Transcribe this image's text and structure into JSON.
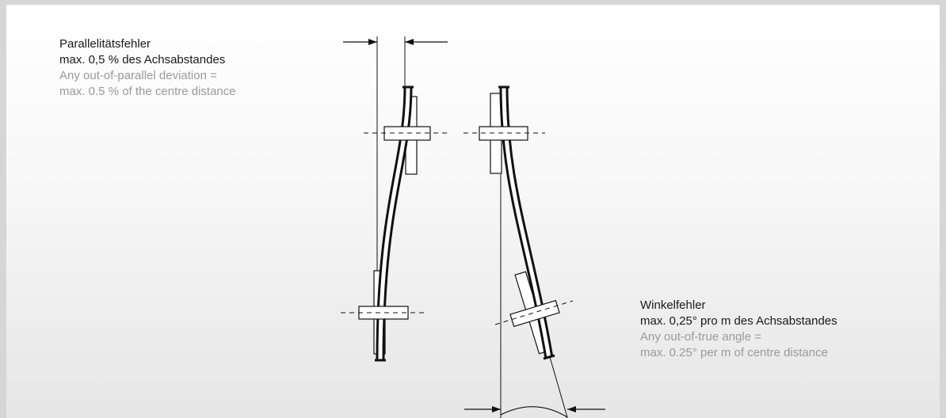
{
  "parallel_caption": {
    "de_title": "Parallelitätsfehler",
    "de_detail": "max. 0,5 % des Achsabstandes",
    "en_title": "Any out-of-parallel deviation =",
    "en_detail": "max. 0.5 % of the centre distance"
  },
  "angle_caption": {
    "de_title": "Winkelfehler",
    "de_detail": "max. 0,25° pro m des Achsabstandes",
    "en_title": "Any out-of-true angle =",
    "en_detail": "max. 0.25° per m of centre distance"
  },
  "colors": {
    "ink": "#111111",
    "caption_de": "#1a1a1a",
    "caption_en": "#9a9a9a",
    "background_frame": "#d6d6d6"
  }
}
